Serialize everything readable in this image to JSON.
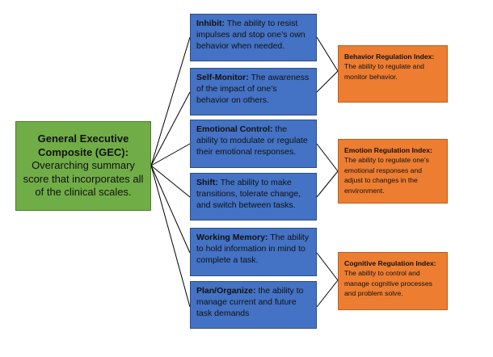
{
  "gec": {
    "title": "General Executive Composite (GEC):",
    "desc": "Overarching summary score that incorporates all of the clinical scales."
  },
  "scales": [
    {
      "name": "Inhibit:",
      "desc": "The ability to resist impulses and stop one’s own behavior when needed."
    },
    {
      "name": "Self-Monitor:",
      "desc": "The awareness of the impact of one’s behavior on others."
    },
    {
      "name": "Emotional Control:",
      "desc": "the ability to modulate or regulate their emotional responses."
    },
    {
      "name": "Shift:",
      "desc": "The ability to make transitions, tolerate change, and switch between tasks."
    },
    {
      "name": "Working Memory:",
      "desc": "The ability to hold information in mind to complete a task."
    },
    {
      "name": "Plan/Organize:",
      "desc": "the ability to manage current and future task demands"
    }
  ],
  "indexes": [
    {
      "name": "Behavior Regulation Index:",
      "desc": "The ability to regulate and monitor behavior."
    },
    {
      "name": "Emotion Regulation Index:",
      "desc": "The ability to regulate one’s emotional responses and adjust to changes in the environment."
    },
    {
      "name": "Cognitive Regulation Index:",
      "desc": "The ability to control and manage cognitive processes and problem solve."
    }
  ]
}
